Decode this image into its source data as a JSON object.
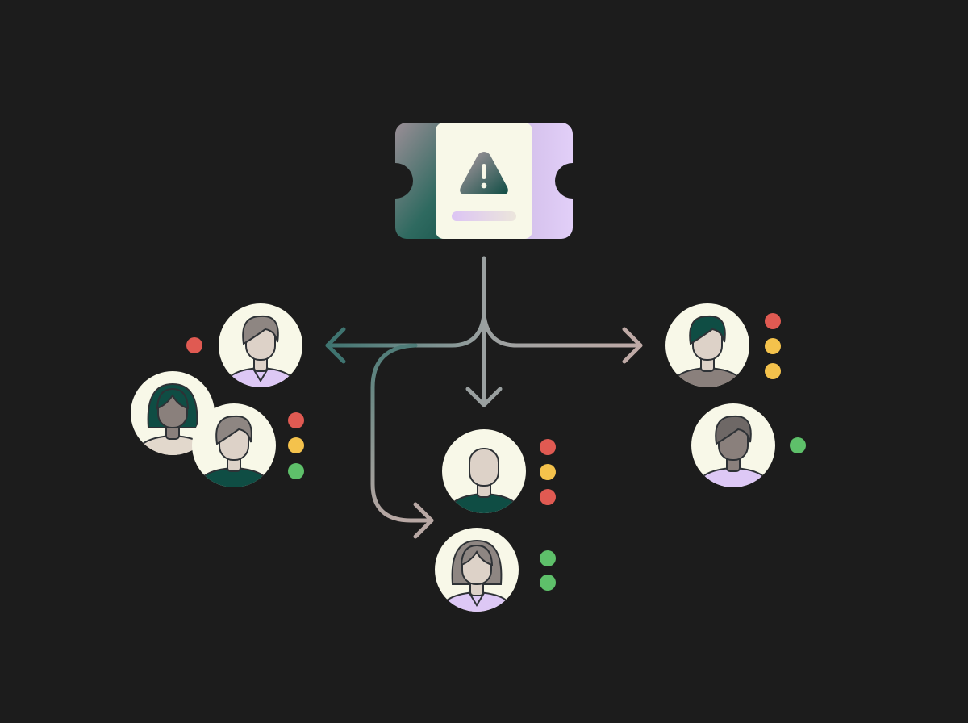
{
  "colors": {
    "background": "#1c1c1c",
    "card": "#f8f8e8",
    "teal": "#0f4d44",
    "lavender": "#ddc8f5",
    "gray_hair": "#8e8682",
    "skin_light": "#ddd2c8",
    "skin_dark": "#8a807c",
    "outline": "#2e3236",
    "arrow_gray": "#9aa0a0",
    "arrow_teal": "#4e7c78",
    "arrow_rose": "#b8a8a4",
    "status_red": "#e05a52",
    "status_yellow": "#f4c24c",
    "status_green": "#5ec06a"
  },
  "ticket": {
    "icon": "warning-triangle-icon"
  },
  "routes": [
    {
      "direction": "left",
      "icon": "arrow-left-icon"
    },
    {
      "direction": "down",
      "icon": "arrow-down-icon"
    },
    {
      "direction": "right",
      "icon": "arrow-right-icon"
    },
    {
      "direction": "down-right",
      "icon": "arrow-curved-right-icon"
    }
  ],
  "avatars": [
    {
      "name": "avatar-top-left",
      "hair": "gray",
      "shirt": "lavender",
      "face": "light",
      "statuses": [
        "red"
      ]
    },
    {
      "name": "avatar-left-back",
      "hair": "teal",
      "shirt": "beige",
      "face": "dark",
      "statuses": []
    },
    {
      "name": "avatar-left-front",
      "hair": "gray",
      "shirt": "teal",
      "face": "light",
      "statuses": [
        "red",
        "yellow",
        "green"
      ]
    },
    {
      "name": "avatar-center",
      "hair": "none",
      "shirt": "teal",
      "face": "light",
      "statuses": [
        "red",
        "yellow",
        "red"
      ]
    },
    {
      "name": "avatar-bottom-center",
      "hair": "gray-bob",
      "shirt": "lavender",
      "face": "light",
      "statuses": [
        "green",
        "green"
      ]
    },
    {
      "name": "avatar-right-top",
      "hair": "teal",
      "shirt": "gray",
      "face": "light",
      "statuses": [
        "red",
        "yellow",
        "yellow"
      ]
    },
    {
      "name": "avatar-right-bottom",
      "hair": "dark",
      "shirt": "lavender",
      "face": "dark",
      "statuses": [
        "green"
      ]
    }
  ]
}
